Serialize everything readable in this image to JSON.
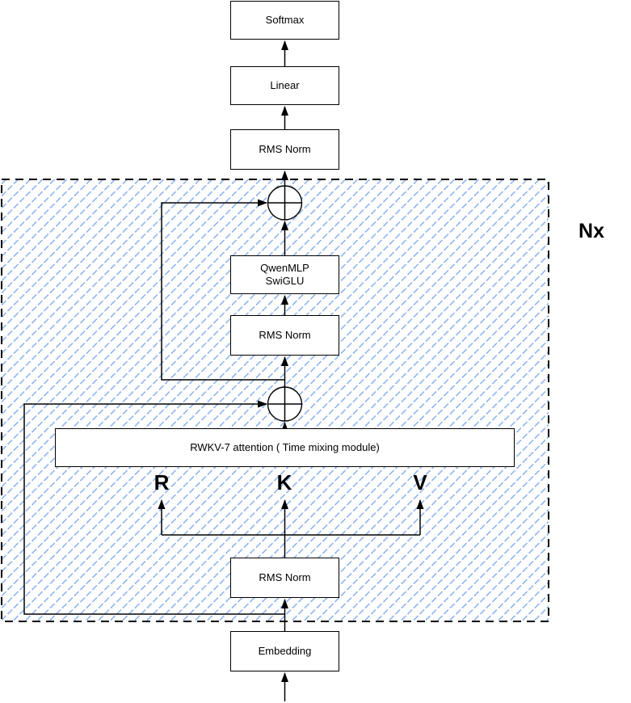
{
  "diagram": {
    "nodes": {
      "softmax": {
        "label": "Softmax"
      },
      "linear": {
        "label": "Linear"
      },
      "rms_norm_top": {
        "label": "RMS Norm"
      },
      "qwen_mlp": {
        "label_line1": "QwenMLP",
        "label_line2": "SwiGLU"
      },
      "rms_norm_mid": {
        "label": "RMS Norm"
      },
      "attention": {
        "label": "RWKV-7 attention ( Time mixing module)"
      },
      "rms_norm_bottom": {
        "label": "RMS Norm"
      },
      "embedding": {
        "label": "Embedding"
      }
    },
    "labels": {
      "repeat_count": "Nx",
      "receptance": "R",
      "key": "K",
      "value": "V"
    },
    "operators": {
      "add_1": "add-circle-plus",
      "add_2": "add-circle-plus"
    },
    "colors": {
      "line": "#000000",
      "box_fill": "#ffffff",
      "box_border": "#000000",
      "hatch_blue": "#8fb5ef",
      "dashed_border": "#000000",
      "background": "#ffffff"
    }
  }
}
